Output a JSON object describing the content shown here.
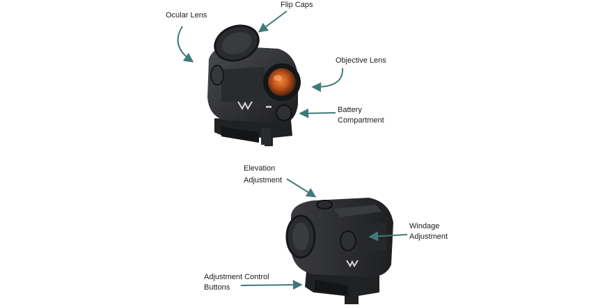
{
  "labels": {
    "ocular_lens": "Ocular Lens",
    "flip_caps": "Flip Caps",
    "objective_lens": "Objective Lens",
    "battery_line1": "Battery",
    "battery_line2": "Compartment",
    "elevation_line1": "Elevation",
    "elevation_line2": "Adjustment",
    "windage_line1": "Windage",
    "windage_line2": "Adjustment",
    "buttons_line1": "Adjustment Control",
    "buttons_line2": "Buttons"
  },
  "colors": {
    "arrow": "#3f7a78",
    "housing_dark": "#1c1d1f",
    "housing_mid": "#2f3033",
    "housing_light": "#4a4b4f",
    "lens_orange": "#c4561c"
  },
  "icons": {
    "brand_mark": "vortex-v-logo"
  }
}
